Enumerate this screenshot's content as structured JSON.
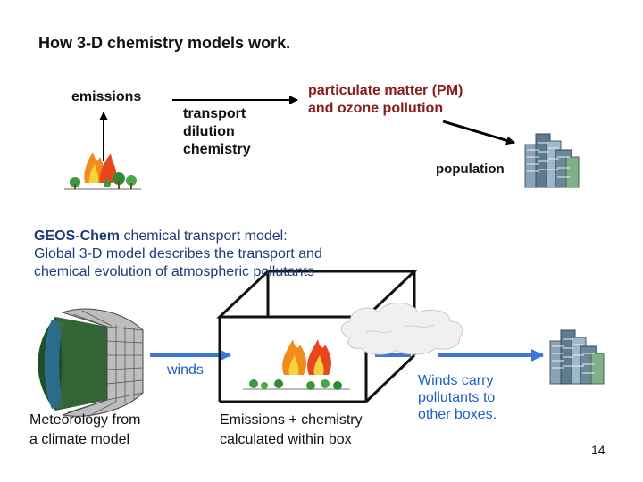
{
  "title": "How 3-D chemistry models work.",
  "top_flow": {
    "emissions": "emissions",
    "processes": "transport\ndilution\nchemistry",
    "pollution": "particulate matter (PM)\nand ozone pollution",
    "population": "population"
  },
  "geos_chem": {
    "name": "GEOS-Chem",
    "line1_rest": " chemical transport model:",
    "line2": "Global 3-D model describes the transport and",
    "line3": "chemical evolution of atmospheric pollutants"
  },
  "bottom": {
    "winds": "winds",
    "meteorology": "Meteorology from\na climate model",
    "emissions_box": "Emissions + chemistry\ncalculated within box",
    "winds_carry": "Winds carry\npollutants to\nother boxes."
  },
  "page_number": "14",
  "colors": {
    "pollution_text": "#8a1c1c",
    "geos_text": "#1e3a78",
    "winds": "#1f5fbf",
    "arrow_blue": "#3b78d8"
  }
}
